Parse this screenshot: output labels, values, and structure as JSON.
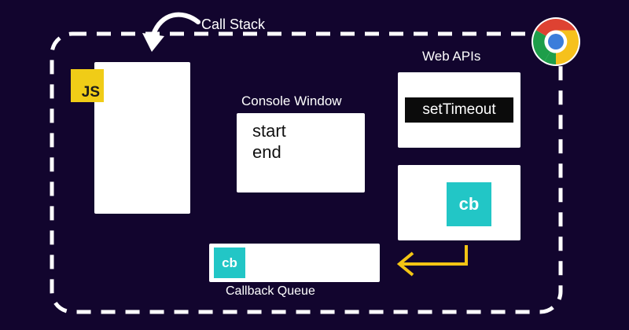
{
  "labels": {
    "call_stack": "Call Stack",
    "web_apis": "Web APIs",
    "console_window": "Console Window",
    "callback_queue": "Callback Queue"
  },
  "js_badge": "JS",
  "console": {
    "lines": [
      "start",
      "end"
    ]
  },
  "web_api_item": "setTimeout",
  "callback_token": "cb",
  "queue_token": "cb",
  "colors": {
    "background": "#12052e",
    "js_yellow": "#f0cc17",
    "cb_teal": "#22c6c6",
    "arrow_yellow": "#f3c514",
    "dash": "#ffffff"
  },
  "icons": {
    "browser": "chrome-logo-icon",
    "curved_arrow": "curved-arrow-icon",
    "return_arrow": "return-arrow-icon"
  }
}
